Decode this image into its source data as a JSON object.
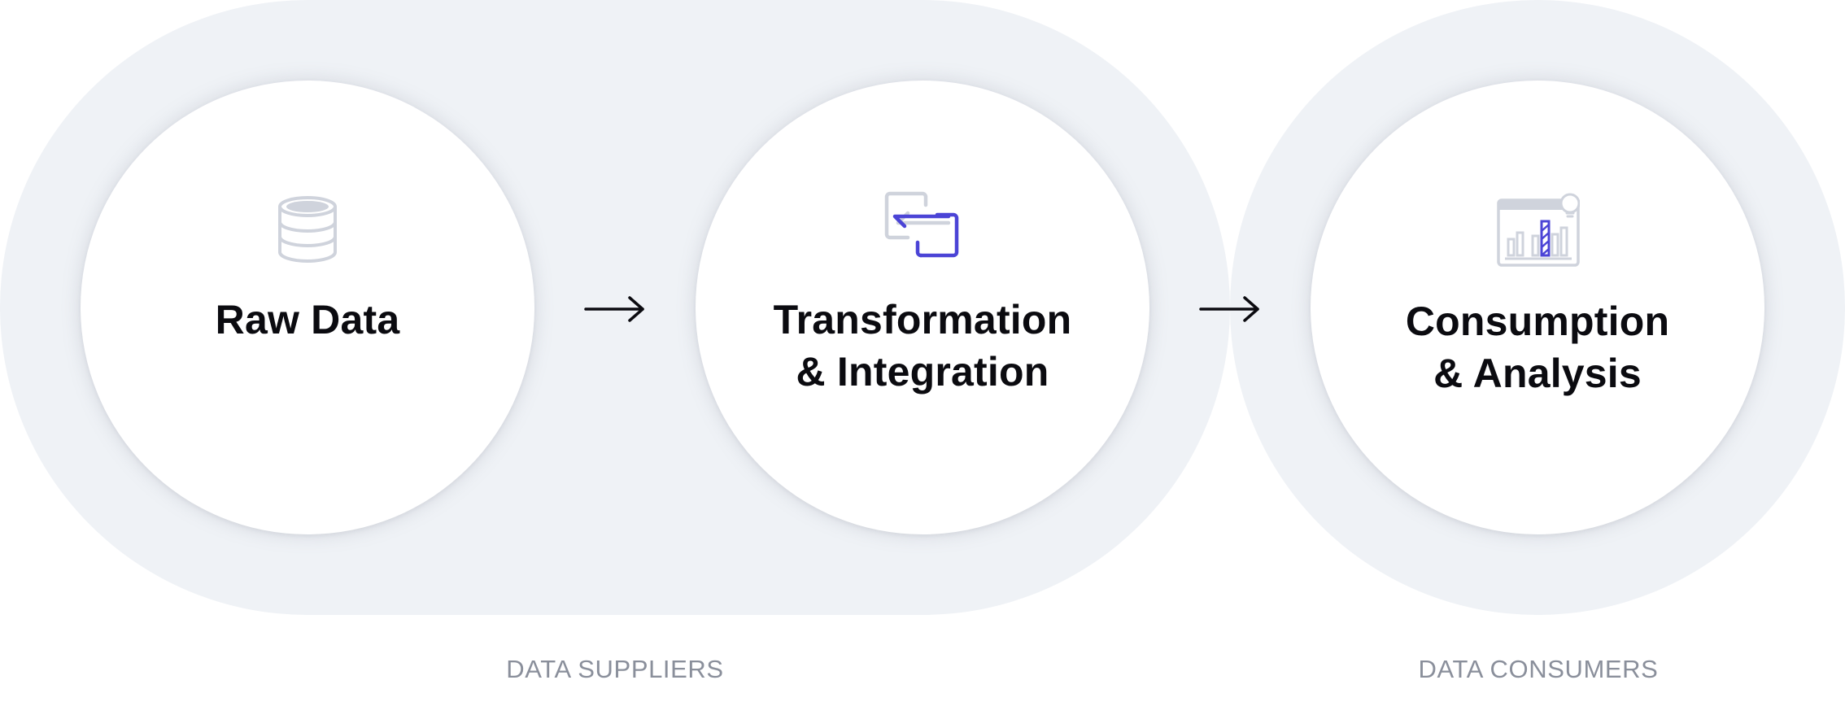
{
  "groups": {
    "suppliers": {
      "label": "DATA SUPPLIERS"
    },
    "consumers": {
      "label": "DATA CONSUMERS"
    }
  },
  "nodes": [
    {
      "id": "raw-data",
      "title_lines": [
        "Raw Data"
      ],
      "icon": "database-icon"
    },
    {
      "id": "transformation",
      "title_lines": [
        "Transformation",
        "& Integration"
      ],
      "icon": "transform-arrows-icon"
    },
    {
      "id": "consumption",
      "title_lines": [
        "Consumption",
        "& Analysis"
      ],
      "icon": "analytics-dashboard-icon"
    }
  ],
  "edges": [
    {
      "from": "raw-data",
      "to": "transformation",
      "icon": "right-arrow-icon"
    },
    {
      "from": "transformation",
      "to": "consumption",
      "icon": "right-arrow-icon"
    }
  ],
  "colors": {
    "group_background": "#eff2f6",
    "node_background": "#ffffff",
    "title_text": "#0b0b10",
    "label_text": "#8a8f9b",
    "icon_gray": "#cfd3dc",
    "accent": "#4b44d6"
  }
}
